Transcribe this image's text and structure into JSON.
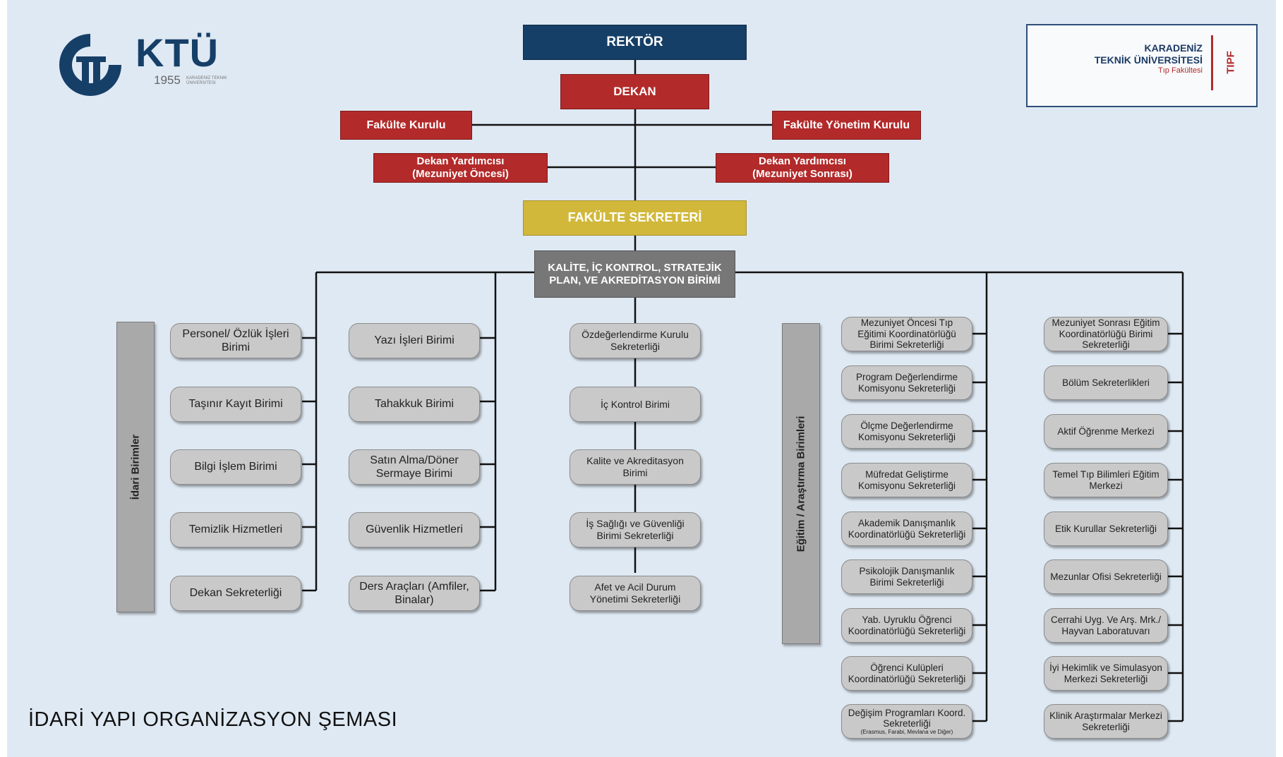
{
  "logo": {
    "letters": "KTÜ",
    "year": "1955",
    "subtext": "KARADENIZ TEKNIK ÜNIVERSITESI"
  },
  "header_right": {
    "line1": "KARADENİZ",
    "line2": "TEKNİK ÜNİVERSİTESİ",
    "line3": "Tıp Fakültesi",
    "vertical": "TIPF"
  },
  "top": {
    "rektor": "REKTÖR",
    "dekan": "DEKAN",
    "fakulte_kurulu": "Fakülte Kurulu",
    "fakulte_yonetim_kurulu": "Fakülte Yönetim Kurulu",
    "dekan_yrd_once_1": "Dekan Yardımcısı",
    "dekan_yrd_once_2": "(Mezuniyet Öncesi)",
    "dekan_yrd_sonra_1": "Dekan Yardımcısı",
    "dekan_yrd_sonra_2": "(Mezuniyet Sonrası)",
    "fakulte_sekreteri": "FAKÜLTE SEKRETERİ",
    "kalite_birimi_1": "KALİTE, İÇ KONTROL, STRATEJİK",
    "kalite_birimi_2": "PLAN, VE AKREDİTASYON BİRİMİ"
  },
  "side_labels": {
    "idari": "İdari Birimler",
    "egitim": "Eğitim / Araştırma Birimleri"
  },
  "col1": [
    "Personel/ Özlük İşleri Birimi",
    "Taşınır Kayıt Birimi",
    "Bilgi İşlem Birimi",
    "Temizlik Hizmetleri",
    "Dekan Sekreterliği"
  ],
  "col2": [
    "Yazı İşleri Birimi",
    "Tahakkuk Birimi",
    "Satın Alma/Döner Sermaye Birimi",
    "Güvenlik Hizmetleri",
    "Ders Araçları (Amfiler, Binalar)"
  ],
  "col3": [
    "Özdeğerlendirme Kurulu Sekreterliği",
    "İç Kontrol Birimi",
    "Kalite ve Akreditasyon Birimi",
    "İş Sağlığı ve Güvenliği Birimi Sekreterliği",
    "Afet ve Acil Durum Yönetimi Sekreterliği"
  ],
  "col4": [
    "Mezuniyet Öncesi Tıp Eğitimi Koordinatörlüğü Birimi Sekreterliği",
    "Program Değerlendirme Komisyonu Sekreterliği",
    "Ölçme Değerlendirme Komisyonu Sekreterliği",
    "Müfredat Geliştirme Komisyonu Sekreterliği",
    "Akademik Danışmanlık Koordinatörlüğü Sekreterliği",
    "Psikolojik Danışmanlık Birimi Sekreterliği",
    "Yab. Uyruklu Öğrenci Koordinatörlüğü Sekreterliği",
    "Öğrenci Kulüpleri Koordinatörlüğü Sekreterliği",
    "Değişim Programları Koord. Sekreterliği"
  ],
  "col4_last_note": "(Erasmus, Farabi, Mevlana ve Diğer)",
  "col5": [
    "Mezuniyet Sonrası Eğitim Koordinatörlüğü Birimi Sekreterliği",
    "Bölüm Sekreterlikleri",
    "Aktif Öğrenme Merkezi",
    "Temel Tıp Bilimleri Eğitim Merkezi",
    "Etik Kurullar Sekreterliği",
    "Mezunlar Ofisi Sekreterliği",
    "Cerrahi Uyg. Ve Arş. Mrk./ Hayvan Laboratuvarı",
    "İyi Hekimlik ve Simulasyon Merkezi Sekreterliği",
    "Klinik Araştırmalar Merkezi Sekreterliği"
  ],
  "title": "İDARİ YAPI ORGANİZASYON ŞEMASI",
  "colors": {
    "navy": "#163f68",
    "red": "#b32a2a",
    "gold": "#d1b83a",
    "grey": "#777777",
    "pill": "#c9c9c9",
    "bg": "#dfe9f3"
  }
}
